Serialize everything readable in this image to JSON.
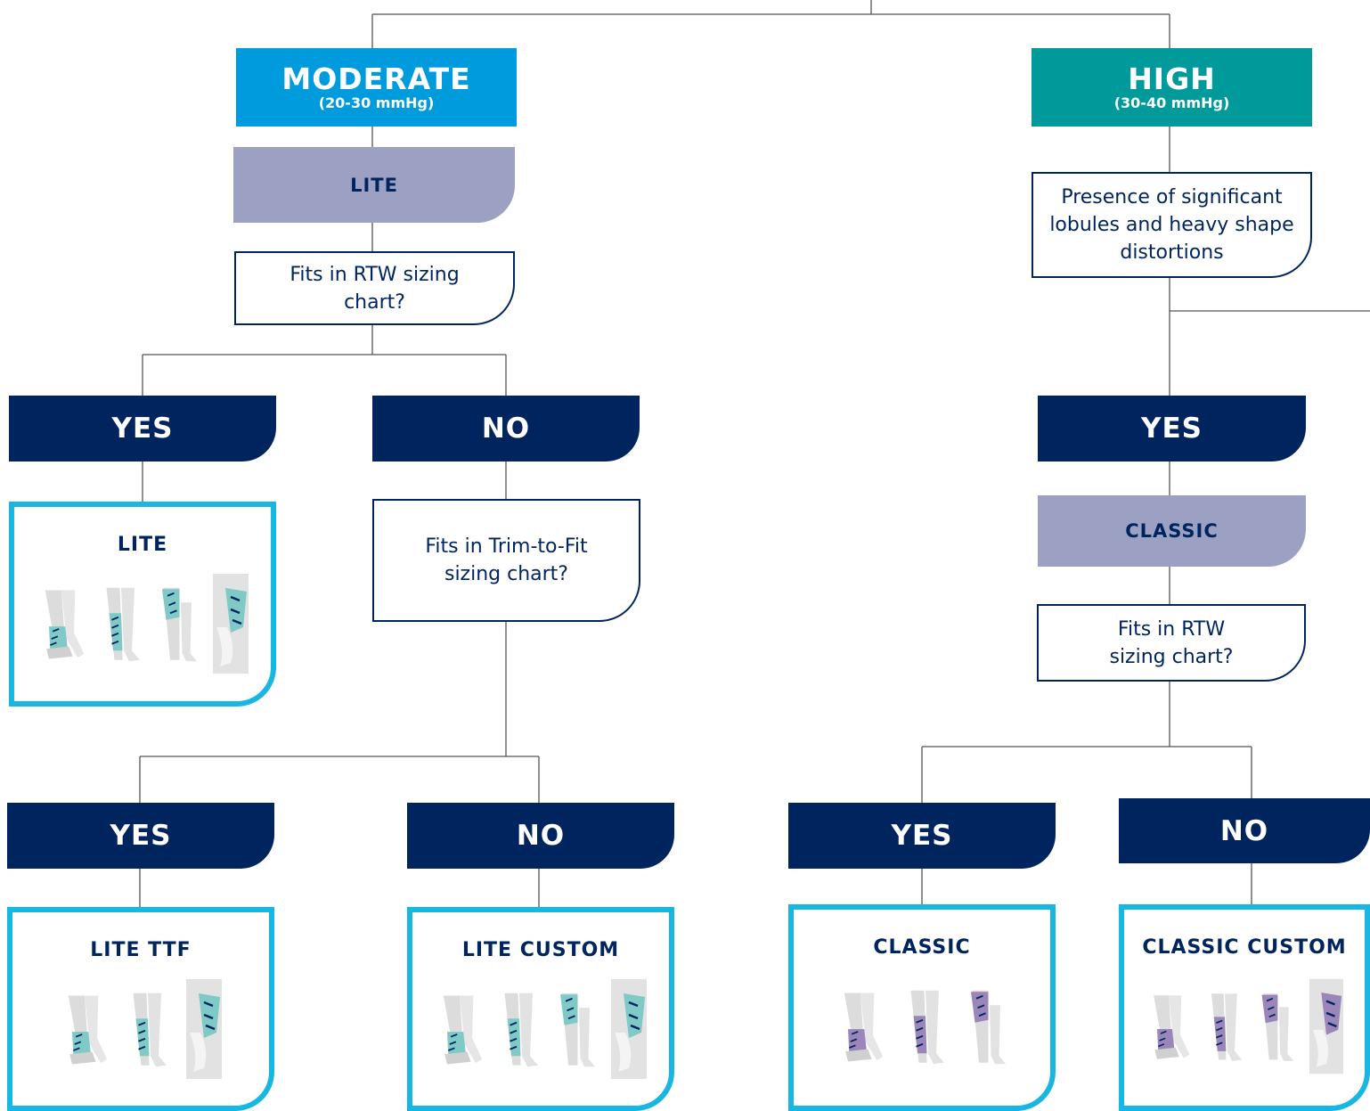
{
  "colors": {
    "navy": "#00245d",
    "moderate_blue": "#009bdc",
    "high_teal": "#009a9a",
    "lavender": "#9ca1c3",
    "result_border": "#17b6e3",
    "lite_garment": "#7fc9c6",
    "classic_garment": "#9a86b8",
    "limb": "#dcdcdc"
  },
  "moderate": {
    "title": "MODERATE",
    "subtitle": "(20-30 mmHg)",
    "lite_label": "LITE",
    "question": "Fits in RTW sizing chart?",
    "yes": "YES",
    "no": "NO",
    "result_lite": "LITE",
    "ttf_question": "Fits in Trim-to-Fit sizing chart?",
    "ttf_yes": "YES",
    "ttf_no": "NO",
    "result_lite_ttf": "LITE TTF",
    "result_lite_custom": "LITE CUSTOM"
  },
  "high": {
    "title": "HIGH",
    "subtitle": "(30-40 mmHg)",
    "question": "Presence of significant lobules and heavy shape distortions",
    "yes": "YES",
    "classic_label": "CLASSIC",
    "rtw_question": "Fits in RTW sizing chart?",
    "rtw_yes": "YES",
    "rtw_no": "NO",
    "result_classic": "CLASSIC",
    "result_classic_custom": "CLASSIC CUSTOM"
  }
}
